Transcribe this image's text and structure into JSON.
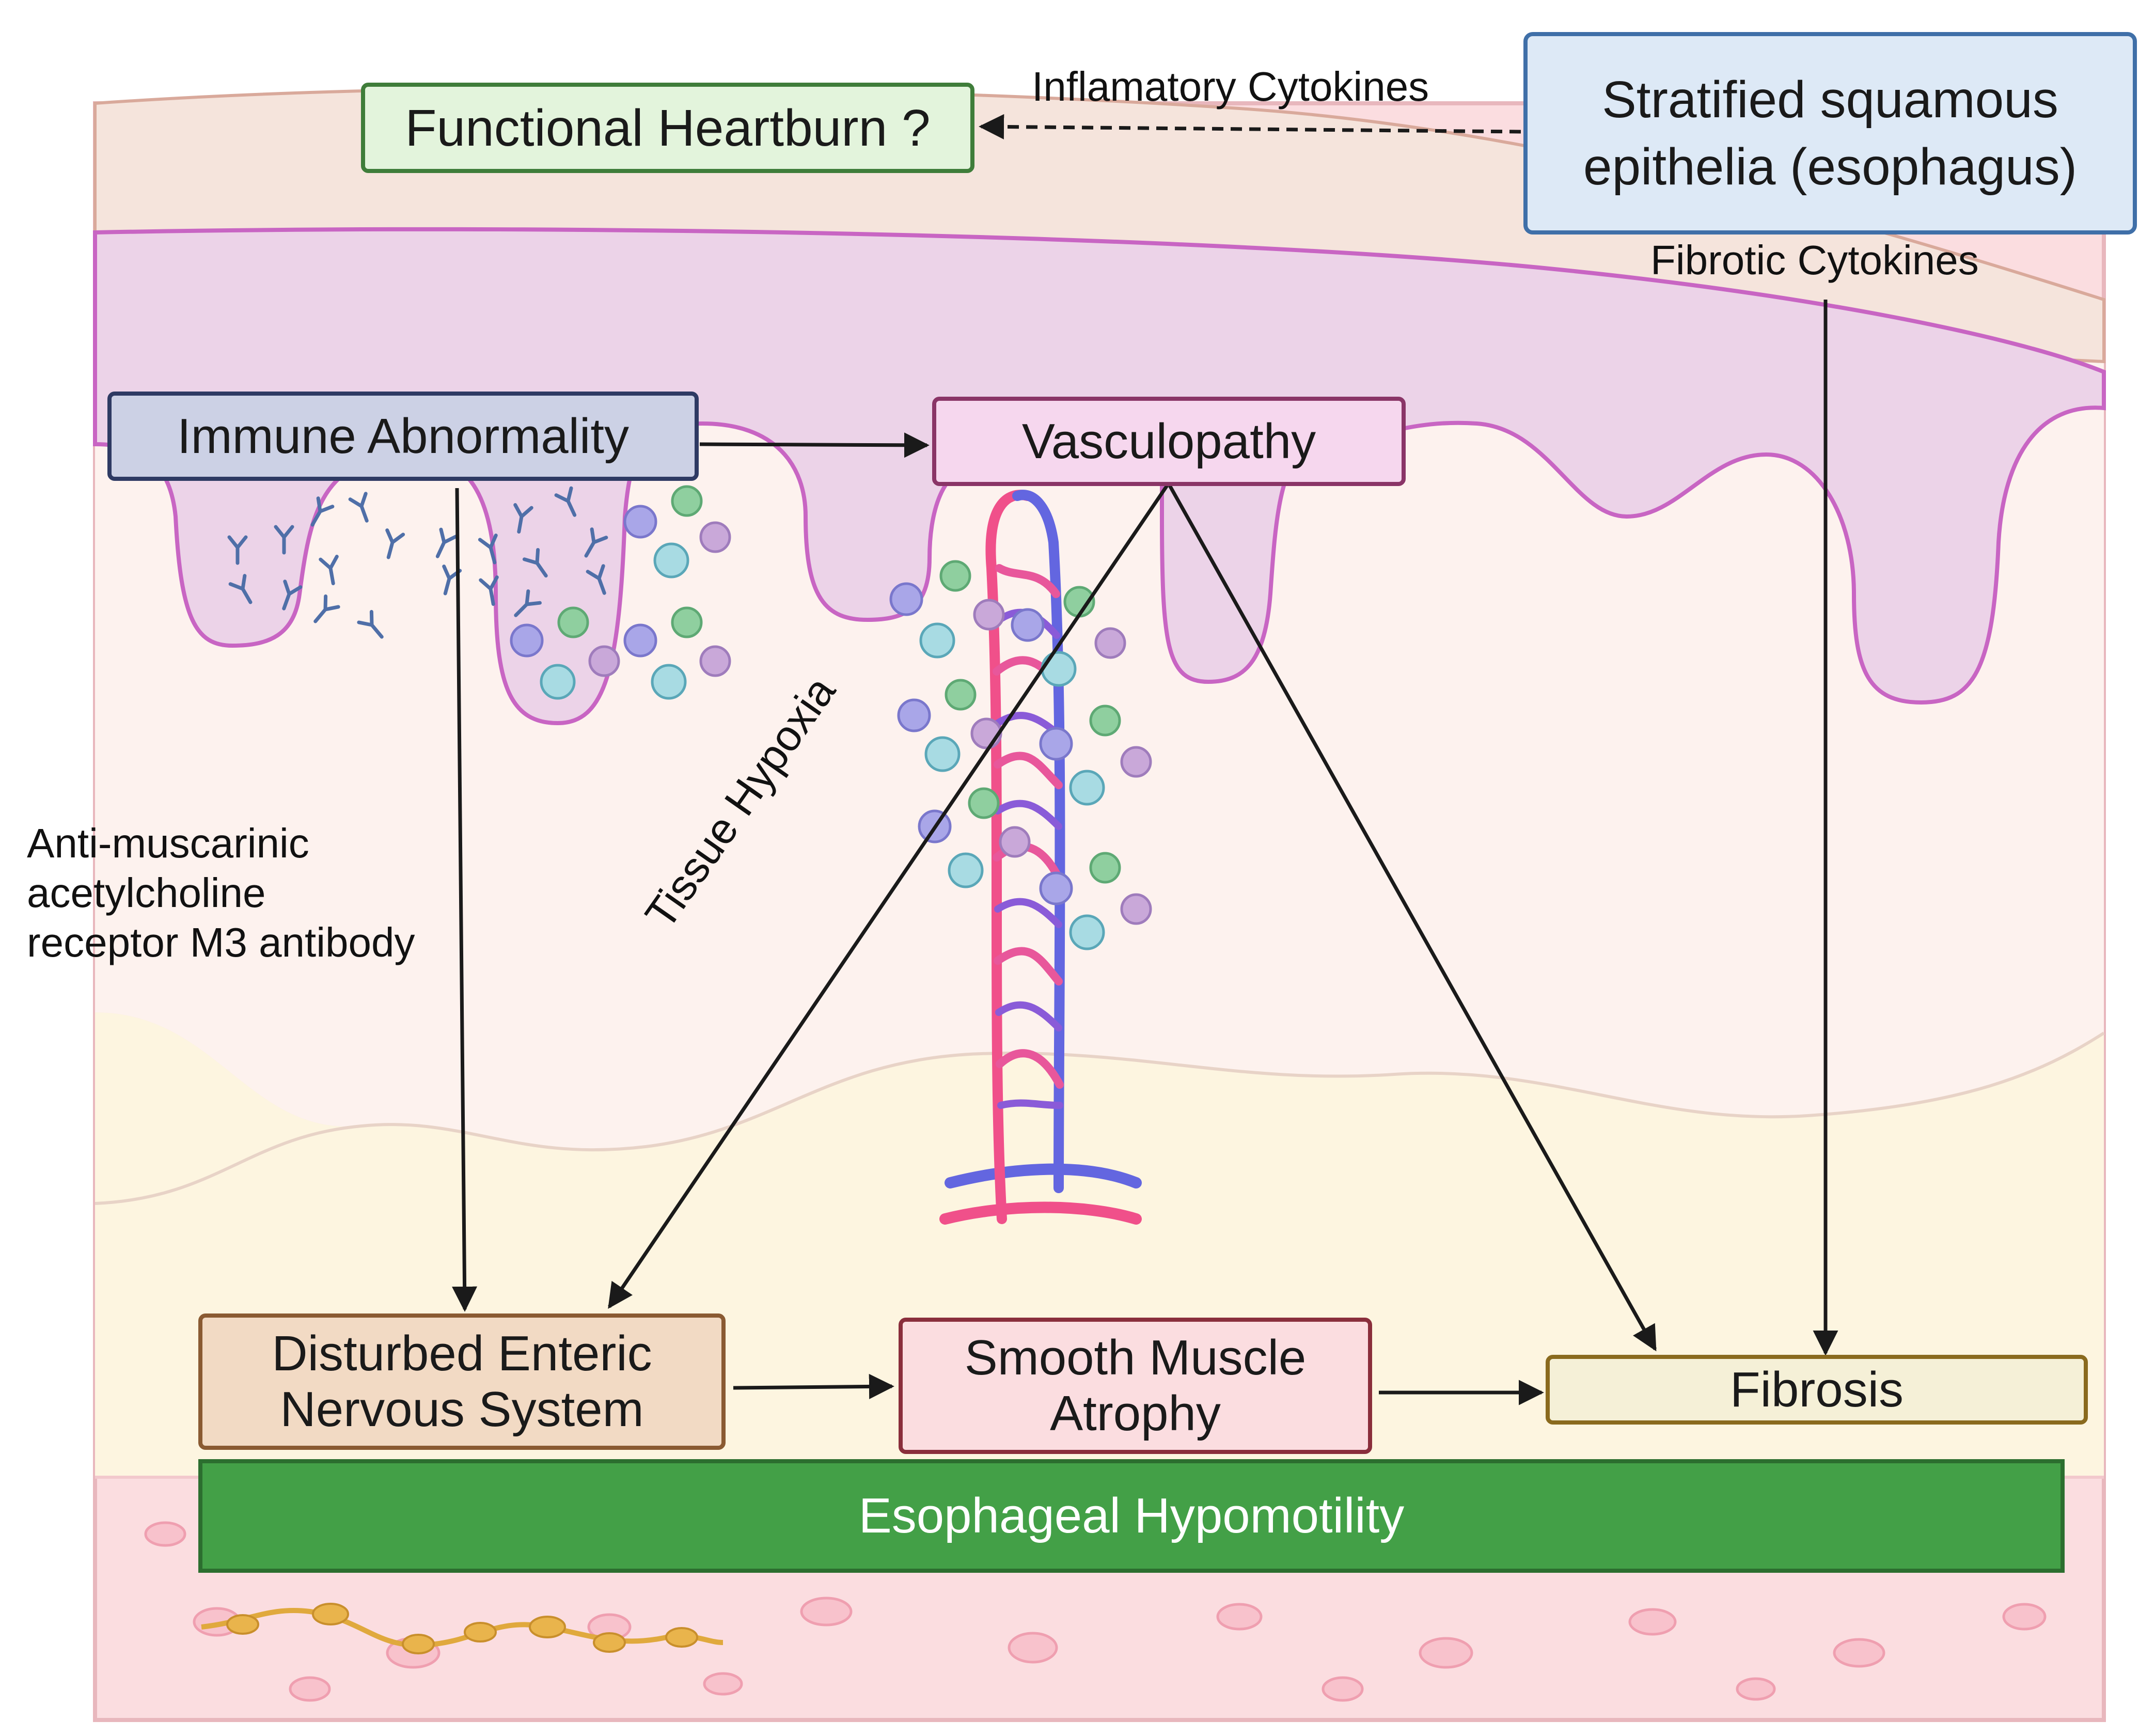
{
  "boxes": {
    "functional_heartburn": "Functional Heartburn ?",
    "stratified_squamous": "Stratified squamous\nepithelia (esophagus)",
    "immune_abnormality": "Immune Abnormality",
    "vasculopathy": "Vasculopathy",
    "disturbed_enteric": "Disturbed Enteric\nNervous System",
    "smooth_muscle": "Smooth Muscle\nAtrophy",
    "fibrosis": "Fibrosis",
    "esophageal_hypomotility": "Esophageal Hypomotility"
  },
  "edge_labels": {
    "inflammatory": "Inflamatory Cytokines",
    "fibrotic": "Fibrotic Cytokines",
    "tissue_hypoxia": "Tissue Hypoxia",
    "antibody": "Anti-muscarinic\nacetylcholine\nreceptor M3 antibody"
  },
  "colors": {
    "mucosa_top": "#f5e4dc",
    "epithelium": "#ecd3e8",
    "lamina": "#fdf2ee",
    "submucosa": "#fdf5e0",
    "muscle": "#fbdde0",
    "hypomotility": "#43a047",
    "artery": "#f0508a",
    "vein": "#6366e0"
  }
}
